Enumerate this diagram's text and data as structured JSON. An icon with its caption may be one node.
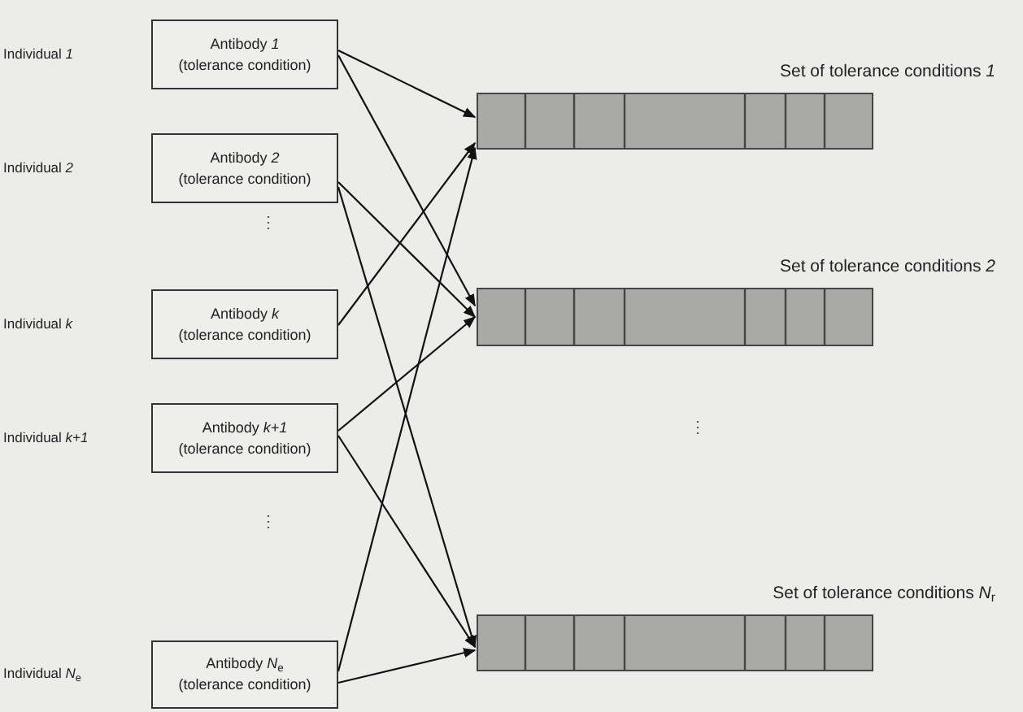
{
  "diagram": {
    "nodes": [
      {
        "text": [
          "Antibody *1*",
          "(tolerance condition)"
        ]
      },
      {
        "text": [
          "Antibody *2*",
          "(tolerance condition)"
        ]
      },
      {
        "text": [
          "Antibody *k*",
          "(tolerance condition)"
        ]
      },
      {
        "text": [
          "Antibody *k+1*",
          "(tolerance condition)"
        ]
      },
      {
        "text": [
          "Antibody *N*$_{e}$",
          "(tolerance condition)"
        ]
      },
      {
        "text": [
          "Set of tolerance conditions *1*"
        ]
      },
      {
        "text": [
          "Set of tolerance conditions *2*"
        ]
      },
      {
        "text": [
          "Set of tolerance conditions *N*$_{r}$"
        ]
      }
    ],
    "edges": [
      {
        "from": 0,
        "to": 5,
        "arrow": "to"
      },
      {
        "from": 0,
        "to": 6,
        "arrow": "to"
      },
      {
        "from": 1,
        "to": 6,
        "arrow": "to"
      },
      {
        "from": 1,
        "to": 7,
        "arrow": "to"
      },
      {
        "from": 2,
        "to": 5,
        "arrow": "to"
      },
      {
        "from": 3,
        "to": 6,
        "arrow": "to"
      },
      {
        "from": 3,
        "to": 7,
        "arrow": "to"
      },
      {
        "from": 4,
        "to": 5,
        "arrow": "to"
      },
      {
        "from": 4,
        "to": 7,
        "arrow": "to"
      }
    ],
    "labels": [
      "Individual *1*",
      "Individual *2*",
      "⋮",
      "Individual *k*",
      "Individual *k+1*",
      "⋮",
      "Individual *N*$_{e}$",
      "⋮"
    ]
  }
}
